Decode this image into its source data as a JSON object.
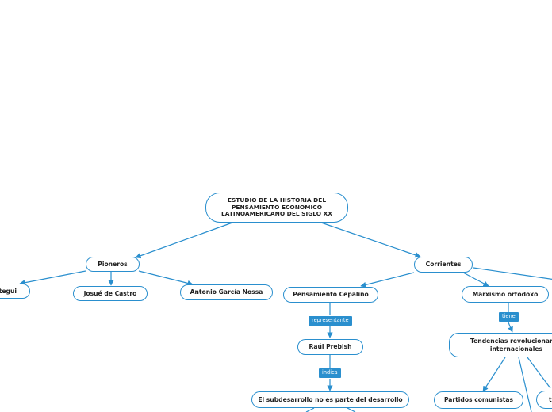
{
  "diagram": {
    "root": "ESTUDIO DE LA HISTORIA DEL PENSAMIENTO ECONOMICO LATINOAMERICANO DEL SIGLO XX",
    "pioneros": "Pioneros",
    "mariategui": "Mariátegui",
    "josue": "Josué de Castro",
    "antonio": "Antonio García Nossa",
    "corrientes": "Corrientes",
    "cepalino": "Pensamiento Cepalino",
    "prebish": "Raúl Prebish",
    "subdesarrollo": "El subdesarrollo no es parte del desarrollo",
    "marxismo": "Marxismo ortodoxo",
    "tendencias": "Tendencias revolucionarias internacionales",
    "partidos": "Partidos comunistas",
    "partial_node": "t",
    "label_representante": "representante",
    "label_indica": "indica",
    "label_tiene": "tiene"
  },
  "colors": {
    "accent": "#2a8fce",
    "text": "#222222",
    "background": "#ffffff"
  }
}
